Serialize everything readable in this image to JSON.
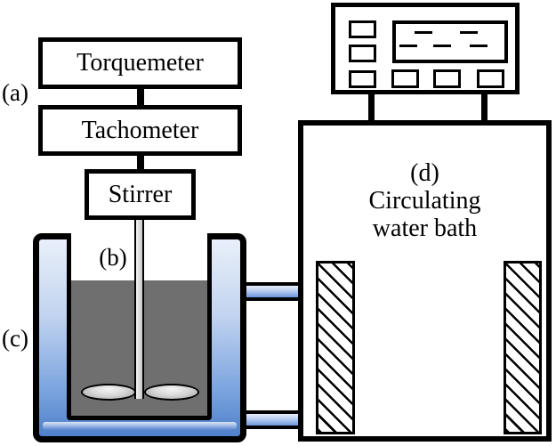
{
  "labels": {
    "a": "(a)",
    "b": "(b)",
    "c": "(c)",
    "d": "(d)"
  },
  "instruments": {
    "torquemeter": "Torquemeter",
    "tachometer": "Tachometer",
    "stirrer": "Stirrer"
  },
  "water_bath": {
    "label": "(d)",
    "name_line1": "Circulating",
    "name_line2": "water bath"
  },
  "icons": {
    "heater": "diagonal-hatch-heating-element",
    "controller_display": "dashed-digital-readout",
    "controller_button": "blank-rectangular-button",
    "impeller": "two-blade-paddle-impeller"
  },
  "colors": {
    "outline": "#000000",
    "liquid": "#6f6f6f",
    "water_blue_light": "#e9effa",
    "water_blue_dark": "#4f80ca",
    "shaft_gray": "#d9d9d9"
  }
}
